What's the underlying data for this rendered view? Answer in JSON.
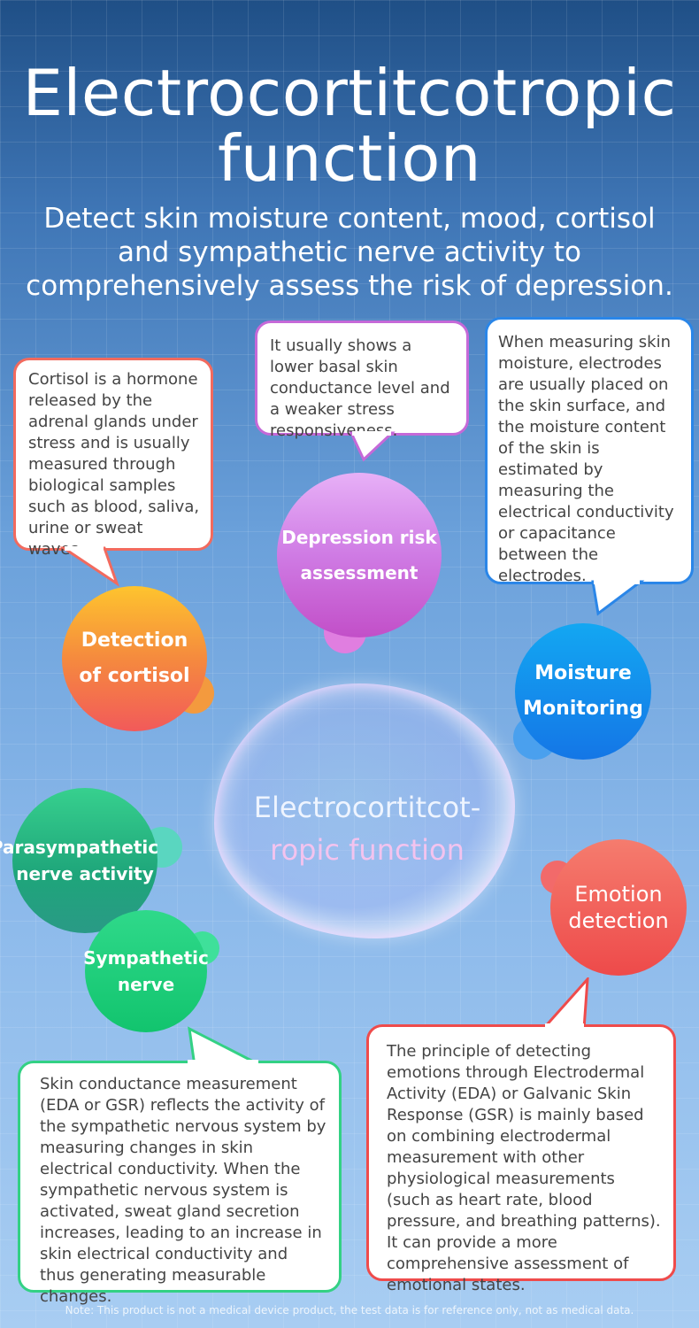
{
  "title_line1": "Electrocortitcotropic",
  "title_line2": "function",
  "subtitle": "Detect skin moisture content, mood, cortisol and sympathetic nerve activity to comprehensively assess the risk of depression.",
  "center": {
    "line1": "Electrocortitcot-",
    "line2": "ropic function"
  },
  "nodes": {
    "cortisol": {
      "line1": "Detection",
      "line2": "of cortisol"
    },
    "depression": {
      "line1": "Depression risk",
      "line2": "assessment"
    },
    "moisture": {
      "line1": "Moisture",
      "line2": "Monitoring"
    },
    "parasympathetic": {
      "line1": "Parasympathetic",
      "line2": "nerve activity"
    },
    "sympathetic": {
      "line1": "Sympathetic",
      "line2": "nerve"
    },
    "emotion": {
      "line1": "Emotion",
      "line2": "detection"
    }
  },
  "bubbles": {
    "cortisol": "Cortisol is a hormone released by the adrenal glands under stress and is usually measured through biological samples such as blood, saliva, urine or sweat waves.",
    "depression": "It usually shows a lower basal skin conductance level and a weaker stress responsiveness.",
    "moisture": "When measuring skin moisture, electrodes are usually placed on the skin surface, and the moisture content of the skin is estimated by measuring the electrical conductivity or capacitance between the electrodes.",
    "sympathetic": "Skin conductance measurement (EDA or GSR) reflects the activity of the sympathetic nervous system by measuring changes in skin electrical conductivity. When the sympathetic nervous system is activated, sweat gland secretion increases, leading to an increase in skin electrical conductivity and thus generating measurable changes.",
    "emotion": "The principle of detecting emotions through Electrodermal Activity (EDA) or Galvanic Skin Response (GSR) is mainly based on combining electrodermal measurement with other physiological measurements (such as heart rate, blood pressure, and breathing patterns). It can provide a more comprehensive assessment of emotional states."
  },
  "note": "Note: This product is not a medical device product, the test data is for reference only, not as medical data.",
  "colors": {
    "cortisol": "#f26a5e",
    "depression": "#c569d8",
    "moisture": "#2a86e8",
    "sympathetic": "#33d184",
    "emotion": "#ef4b4b"
  }
}
